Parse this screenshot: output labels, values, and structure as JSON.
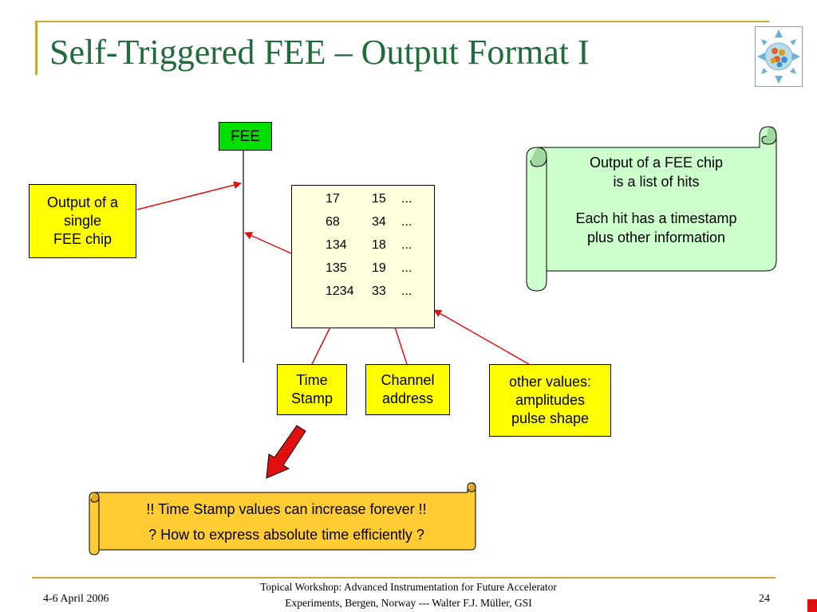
{
  "slide": {
    "title": "Self-Triggered FEE – Output Format I",
    "fee_label": "FEE",
    "single_chip_label": [
      "Output of a",
      "single",
      "FEE chip"
    ],
    "hits_table": {
      "rows": [
        [
          "17",
          "15",
          "..."
        ],
        [
          "68",
          "34",
          "..."
        ],
        [
          "134",
          "18",
          "..."
        ],
        [
          "135",
          "19",
          "..."
        ],
        [
          "1234",
          "33",
          "..."
        ]
      ]
    },
    "callout_green": {
      "line1": "Output of a FEE chip",
      "line2": "is a list of hits",
      "line3": "Each hit has a timestamp",
      "line4": "plus other information"
    },
    "time_stamp_label": [
      "Time",
      "Stamp"
    ],
    "channel_label": [
      "Channel",
      "address"
    ],
    "other_values_label": [
      "other values:",
      "amplitudes",
      "pulse shape"
    ],
    "callout_orange": {
      "line1": "!! Time Stamp values can increase forever !!",
      "line2": "? How to express absolute time efficiently ?"
    },
    "colors": {
      "title": "#1f6b3a",
      "accent_gold": "#c8a83a",
      "fee_green": "#00e000",
      "label_yellow": "#ffff00",
      "scroll_green": "#ccffcc",
      "scroll_orange": "#ffcc33",
      "arrow_red": "#e01010"
    }
  },
  "footer": {
    "date": "4-6 April 2006",
    "line1": "Topical Workshop: Advanced Instrumentation for Future Accelerator",
    "line2": "Experiments, Bergen, Norway --- Walter F.J. Müller, GSI",
    "page": "24"
  }
}
